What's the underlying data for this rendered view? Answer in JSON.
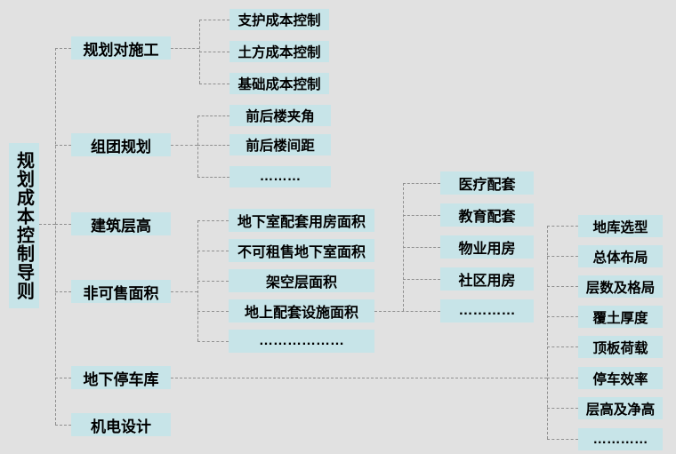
{
  "diagram": {
    "type": "tree-diagram",
    "root": {
      "label": "规划成本控制导则"
    },
    "level2": [
      {
        "label": "规划对施工"
      },
      {
        "label": "组团规划"
      },
      {
        "label": "建筑层高"
      },
      {
        "label": "非可售面积"
      },
      {
        "label": "地下停车库"
      },
      {
        "label": "机电设计"
      }
    ],
    "planning_vs_construction_children": [
      {
        "label": "支护成本控制"
      },
      {
        "label": "土方成本控制"
      },
      {
        "label": "基础成本控制"
      }
    ],
    "cluster_planning_children": [
      {
        "label": "前后楼夹角"
      },
      {
        "label": "前后楼间距"
      },
      {
        "label": "………"
      }
    ],
    "non_saleable_area_children": [
      {
        "label": "地下室配套用房面积"
      },
      {
        "label": "不可租售地下室面积"
      },
      {
        "label": "架空层面积"
      },
      {
        "label": "地上配套设施面积"
      },
      {
        "label": "………………"
      }
    ],
    "above_ground_facility_children": [
      {
        "label": "医疗配套"
      },
      {
        "label": "教育配套"
      },
      {
        "label": "物业用房"
      },
      {
        "label": "社区用房"
      },
      {
        "label": "…………"
      }
    ],
    "underground_parking_children": [
      {
        "label": "地库选型"
      },
      {
        "label": "总体布局"
      },
      {
        "label": "层数及格局"
      },
      {
        "label": "覆土厚度"
      },
      {
        "label": "顶板荷载"
      },
      {
        "label": "停车效率"
      },
      {
        "label": "层高及净高"
      },
      {
        "label": "…………"
      }
    ],
    "colors": {
      "background": "#e1e1e1",
      "node_fill": "#c7e4e8",
      "text": "#000000",
      "connector": "#8f8f8f"
    }
  }
}
